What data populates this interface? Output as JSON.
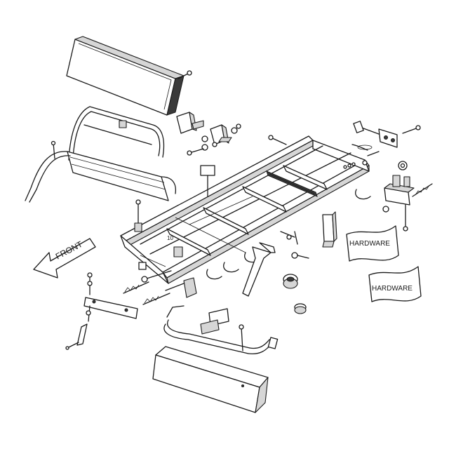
{
  "labels": {
    "front": "FRONT",
    "part_number": "10",
    "hardware_bag_1": "HARDWARE",
    "hardware_bag_2": "HARDWARE"
  }
}
